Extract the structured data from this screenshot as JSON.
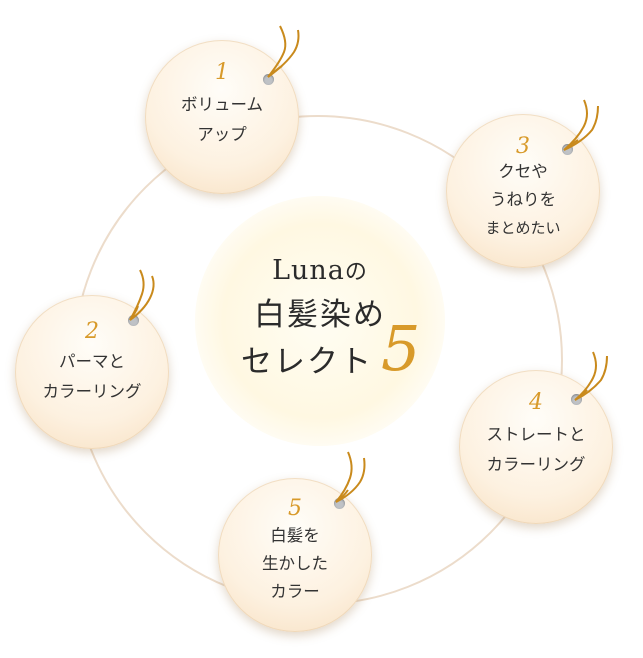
{
  "center": {
    "brand": "Luna",
    "particle": "の",
    "line2": "白髪染め",
    "line3": "セレクト",
    "number": "5"
  },
  "tags": [
    {
      "num": "1",
      "lines": [
        "ボリューム",
        "アップ"
      ]
    },
    {
      "num": "2",
      "lines": [
        "パーマと",
        "カラーリング"
      ]
    },
    {
      "num": "3",
      "lines": [
        "クセや",
        "うねりを",
        "まとめたい"
      ]
    },
    {
      "num": "4",
      "lines": [
        "ストレートと",
        "カラーリング"
      ]
    },
    {
      "num": "5",
      "lines": [
        "白髪を",
        "生かした",
        "カラー"
      ]
    }
  ],
  "colors": {
    "accent": "#d89a2a",
    "ring": "#ecdccb",
    "tag_edge": "#f7dfc0",
    "string": "#c98a1c"
  }
}
